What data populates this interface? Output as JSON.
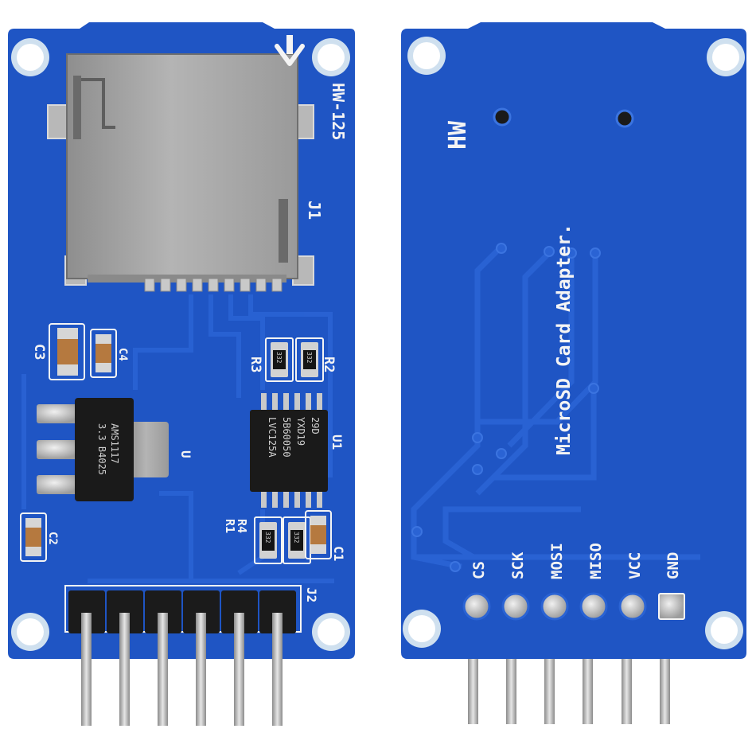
{
  "front_board": {
    "model": "HW-125",
    "connector_label": "J1",
    "header_label": "J2",
    "components": {
      "cap_c3": "C3",
      "cap_c4": "C4",
      "cap_c2": "C2",
      "cap_c1": "C1",
      "res_r3": "R3",
      "res_r2": "R2",
      "res_r4": "R4",
      "res_r1": "R1",
      "regulator_label": "U",
      "buffer_label": "U1"
    },
    "resistor_marking": "332",
    "regulator_marking": [
      "AMS1117",
      "3.3 B4025"
    ],
    "buffer_marking": [
      "LVC125A",
      "5B60050",
      "YXD19",
      "29D"
    ]
  },
  "back_board": {
    "brand": "HW",
    "title": "MicroSD Card Adapter.",
    "pins": [
      "CS",
      "SCK",
      "MOSI",
      "MISO",
      "VCC",
      "GND"
    ]
  },
  "colors": {
    "pcb": "#1f55c4",
    "pcb_dark": "#1a47a8",
    "trace": "#2a63d4",
    "silkscreen": "#f4f4f4",
    "metal": "#a9a9a9",
    "header_plastic": "#1b1b1b"
  }
}
